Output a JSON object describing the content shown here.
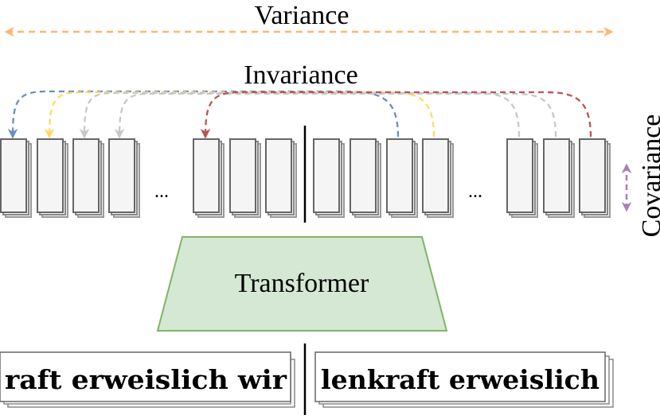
{
  "labels": {
    "variance": "Variance",
    "invariance": "Invariance",
    "covariance": "Covariance",
    "transformer": "Transformer",
    "ellipsis": "..."
  },
  "inputs": {
    "left_text": "raft erweislich wir",
    "right_text": "lenkraft erweislich"
  },
  "colors": {
    "variance_arrow": "#FFB570",
    "blue_arrow": "#6C8EBF",
    "yellow_arrow": "#FFD966",
    "gray_arrow": "#C8C8C8",
    "red_arrow": "#B85450",
    "covariance_arrow": "#A680B8",
    "transformer_fill": "#D5E8D4",
    "transformer_stroke": "#82B366",
    "token_fill": "#F5F5F5",
    "token_stroke": "#666666"
  }
}
